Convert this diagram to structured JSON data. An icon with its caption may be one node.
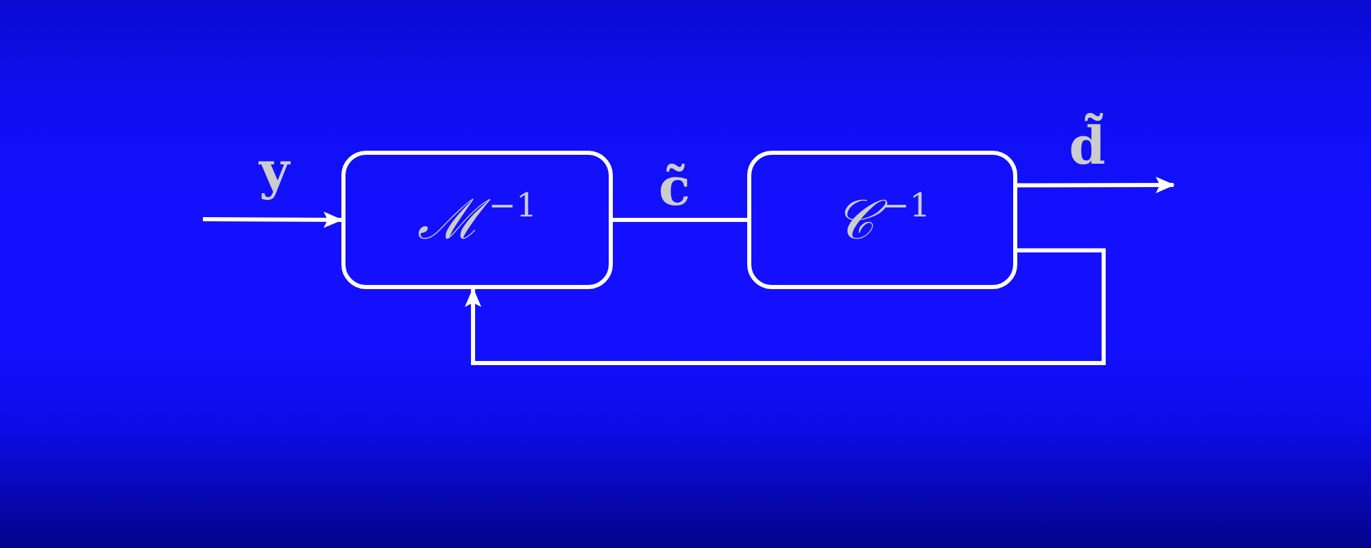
{
  "diagram": {
    "nodes": [
      {
        "text": [
          "ℳ$^{−1}$"
        ]
      },
      {
        "text": [
          "𝒞$^{−1}$"
        ]
      }
    ],
    "edges": [
      {
        "from": null,
        "to": 0,
        "arrow": "to",
        "label": "y"
      },
      {
        "from": 0,
        "to": 1,
        "arrow": "none",
        "label": "c̃"
      },
      {
        "from": 1,
        "to": null,
        "arrow": "to",
        "label": "d̃"
      },
      {
        "from": 1,
        "to": 0,
        "arrow": "to"
      }
    ]
  }
}
